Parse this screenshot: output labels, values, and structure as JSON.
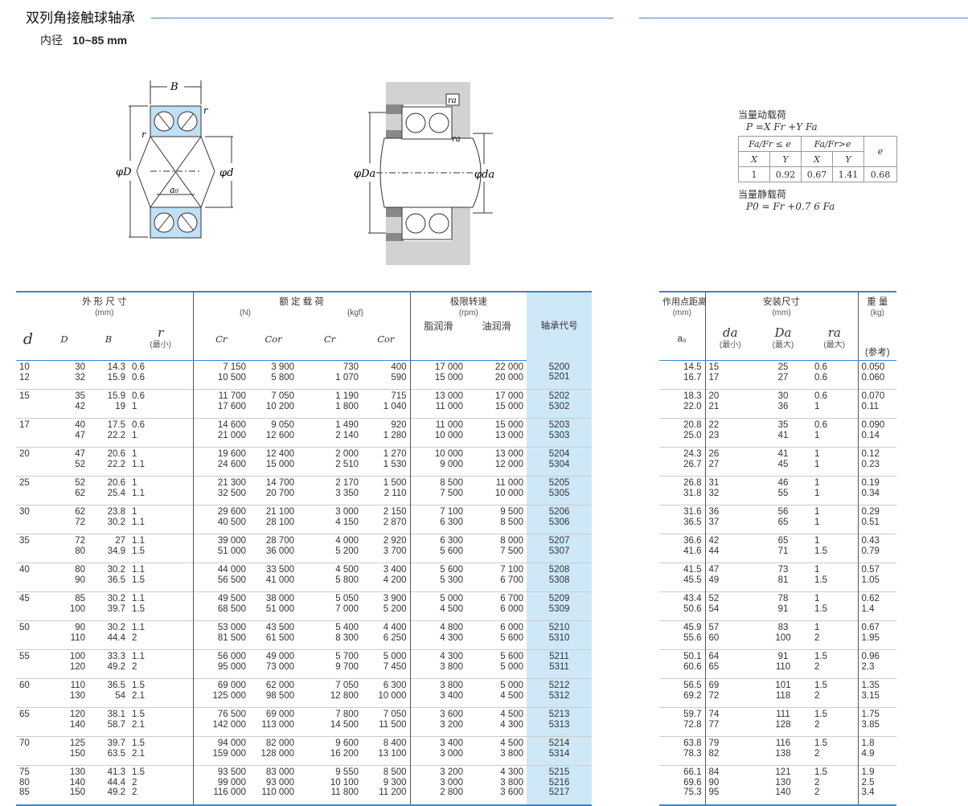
{
  "title": "双列角接触球轴承",
  "subtitle": {
    "label": "内径",
    "range": "10~85 mm"
  },
  "diagram": {
    "B": "B",
    "r": "r",
    "D": "φD",
    "d": "φd",
    "a0": "a₀",
    "Da": "φDa",
    "da": "φda",
    "ra": "ra"
  },
  "equivalent": {
    "dynamic_title": "当量动载荷",
    "dynamic_formula": "P =X Fr +Y Fa",
    "h1": "Fa/Fr ≤ e",
    "h2": "Fa/Fr>e",
    "he": "e",
    "x": "X",
    "y": "Y",
    "v1": "1",
    "v2": "0.92",
    "v3": "0.67",
    "v4": "1.41",
    "v5": "0.68",
    "static_title": "当量静载荷",
    "static_formula": "P0 = Fr +0.7 6 Fa"
  },
  "left_header": {
    "g1": "外 形 尺 寸",
    "g1u": "(mm)",
    "g2": "额 定 载 荷",
    "g2n": "(N)",
    "g2k": "{kgf}",
    "g3": "极限转速",
    "g3u": "(rpm)",
    "code": "轴承代号",
    "d": "d",
    "D": "D",
    "B": "B",
    "r": "r",
    "rmin": "(最小)",
    "Cr": "Cr",
    "Cor": "Cor",
    "Cr2": "Cr",
    "Cor2": "Cor",
    "grease": "脂润滑",
    "oil": "油润滑"
  },
  "right_header": {
    "a": "作用点距离",
    "au": "(mm)",
    "a0": "a₀",
    "m": "安装尺寸",
    "mu": "(mm)",
    "w": "重 量",
    "wu": "(kg)",
    "da": "da",
    "damin": "(最小)",
    "Da": "Da",
    "Damax": "(最大)",
    "ra": "ra",
    "ramax": "(最大)",
    "ref": "(参考)"
  },
  "rows": [
    [
      [
        "10",
        "30",
        "14.3",
        "0.6",
        "7 150",
        "3 900",
        "730",
        "400",
        "17 000",
        "22 000",
        "5200"
      ],
      [
        "12",
        "32",
        "15.9",
        "0.6",
        "10 500",
        "5 800",
        "1 070",
        "590",
        "15 000",
        "20 000",
        "5201"
      ]
    ],
    [
      [
        "15",
        "35",
        "15.9",
        "0.6",
        "11 700",
        "7 050",
        "1 190",
        "715",
        "13 000",
        "17 000",
        "5202"
      ],
      [
        "",
        "42",
        "19",
        "1",
        "17 600",
        "10 200",
        "1 800",
        "1 040",
        "11 000",
        "15 000",
        "5302"
      ]
    ],
    [
      [
        "17",
        "40",
        "17.5",
        "0.6",
        "14 600",
        "9 050",
        "1 490",
        "920",
        "11 000",
        "15 000",
        "5203"
      ],
      [
        "",
        "47",
        "22.2",
        "1",
        "21 000",
        "12 600",
        "2 140",
        "1 280",
        "10 000",
        "13 000",
        "5303"
      ]
    ],
    [
      [
        "20",
        "47",
        "20.6",
        "1",
        "19 600",
        "12 400",
        "2 000",
        "1 270",
        "10 000",
        "13 000",
        "5204"
      ],
      [
        "",
        "52",
        "22.2",
        "1.1",
        "24 600",
        "15 000",
        "2 510",
        "1 530",
        "9 000",
        "12 000",
        "5304"
      ]
    ],
    [
      [
        "25",
        "52",
        "20.6",
        "1",
        "21 300",
        "14 700",
        "2 170",
        "1 500",
        "8 500",
        "11 000",
        "5205"
      ],
      [
        "",
        "62",
        "25.4",
        "1.1",
        "32 500",
        "20 700",
        "3 350",
        "2 110",
        "7 500",
        "10 000",
        "5305"
      ]
    ],
    [
      [
        "30",
        "62",
        "23.8",
        "1",
        "29 600",
        "21 100",
        "3 000",
        "2 150",
        "7 100",
        "9 500",
        "5206"
      ],
      [
        "",
        "72",
        "30.2",
        "1.1",
        "40 500",
        "28 100",
        "4 150",
        "2 870",
        "6 300",
        "8 500",
        "5306"
      ]
    ],
    [
      [
        "35",
        "72",
        "27",
        "1.1",
        "39 000",
        "28 700",
        "4 000",
        "2 920",
        "6 300",
        "8 000",
        "5207"
      ],
      [
        "",
        "80",
        "34.9",
        "1.5",
        "51 000",
        "36 000",
        "5 200",
        "3 700",
        "5 600",
        "7 500",
        "5307"
      ]
    ],
    [
      [
        "40",
        "80",
        "30.2",
        "1.1",
        "44 000",
        "33 500",
        "4 500",
        "3 400",
        "5 600",
        "7 100",
        "5208"
      ],
      [
        "",
        "90",
        "36.5",
        "1.5",
        "56 500",
        "41 000",
        "5 800",
        "4 200",
        "5 300",
        "6 700",
        "5308"
      ]
    ],
    [
      [
        "45",
        "85",
        "30.2",
        "1.1",
        "49 500",
        "38 000",
        "5 050",
        "3 900",
        "5 000",
        "6 700",
        "5209"
      ],
      [
        "",
        "100",
        "39.7",
        "1.5",
        "68 500",
        "51 000",
        "7 000",
        "5 200",
        "4 500",
        "6 000",
        "5309"
      ]
    ],
    [
      [
        "50",
        "90",
        "30.2",
        "1.1",
        "53 000",
        "43 500",
        "5 400",
        "4 400",
        "4 800",
        "6 000",
        "5210"
      ],
      [
        "",
        "110",
        "44.4",
        "2",
        "81 500",
        "61 500",
        "8 300",
        "6 250",
        "4 300",
        "5 600",
        "5310"
      ]
    ],
    [
      [
        "55",
        "100",
        "33.3",
        "1.1",
        "56 000",
        "49 000",
        "5 700",
        "5 000",
        "4 300",
        "5 600",
        "5211"
      ],
      [
        "",
        "120",
        "49.2",
        "2",
        "95 000",
        "73 000",
        "9 700",
        "7 450",
        "3 800",
        "5 000",
        "5311"
      ]
    ],
    [
      [
        "60",
        "110",
        "36.5",
        "1.5",
        "69 000",
        "62 000",
        "7 050",
        "6 300",
        "3 800",
        "5 000",
        "5212"
      ],
      [
        "",
        "130",
        "54",
        "2.1",
        "125 000",
        "98 500",
        "12 800",
        "10 000",
        "3 400",
        "4 500",
        "5312"
      ]
    ],
    [
      [
        "65",
        "120",
        "38.1",
        "1.5",
        "76 500",
        "69 000",
        "7 800",
        "7 050",
        "3 600",
        "4 500",
        "5213"
      ],
      [
        "",
        "140",
        "58.7",
        "2.1",
        "142 000",
        "113 000",
        "14 500",
        "11 500",
        "3 200",
        "4 300",
        "5313"
      ]
    ],
    [
      [
        "70",
        "125",
        "39.7",
        "1.5",
        "94 000",
        "82 000",
        "9 600",
        "8 400",
        "3 400",
        "4 500",
        "5214"
      ],
      [
        "",
        "150",
        "63.5",
        "2.1",
        "159 000",
        "128 000",
        "16 200",
        "13 100",
        "3 000",
        "3 800",
        "5314"
      ]
    ],
    [
      [
        "75",
        "130",
        "41.3",
        "1.5",
        "93 500",
        "83 000",
        "9 550",
        "8 500",
        "3 200",
        "4 300",
        "5215"
      ],
      [
        "80",
        "140",
        "44.4",
        "2",
        "99 000",
        "93 000",
        "10 100",
        "9 300",
        "3 000",
        "3 800",
        "5216"
      ],
      [
        "85",
        "150",
        "49.2",
        "2",
        "116 000",
        "110 000",
        "11 800",
        "11 200",
        "2 800",
        "3 600",
        "5217"
      ]
    ]
  ],
  "rrows": [
    [
      [
        "14.5",
        "15",
        "25",
        "0.6",
        "0.050"
      ],
      [
        "16.7",
        "17",
        "27",
        "0.6",
        "0.060"
      ]
    ],
    [
      [
        "18.3",
        "20",
        "30",
        "0.6",
        "0.070"
      ],
      [
        "22.0",
        "21",
        "36",
        "1",
        "0.11"
      ]
    ],
    [
      [
        "20.8",
        "22",
        "35",
        "0.6",
        "0.090"
      ],
      [
        "25.0",
        "23",
        "41",
        "1",
        "0.14"
      ]
    ],
    [
      [
        "24.3",
        "26",
        "41",
        "1",
        "0.12"
      ],
      [
        "26.7",
        "27",
        "45",
        "1",
        "0.23"
      ]
    ],
    [
      [
        "26.8",
        "31",
        "46",
        "1",
        "0.19"
      ],
      [
        "31.8",
        "32",
        "55",
        "1",
        "0.34"
      ]
    ],
    [
      [
        "31.6",
        "36",
        "56",
        "1",
        "0.29"
      ],
      [
        "36.5",
        "37",
        "65",
        "1",
        "0.51"
      ]
    ],
    [
      [
        "36.6",
        "42",
        "65",
        "1",
        "0.43"
      ],
      [
        "41.6",
        "44",
        "71",
        "1.5",
        "0.79"
      ]
    ],
    [
      [
        "41.5",
        "47",
        "73",
        "1",
        "0.57"
      ],
      [
        "45.5",
        "49",
        "81",
        "1.5",
        "1.05"
      ]
    ],
    [
      [
        "43.4",
        "52",
        "78",
        "1",
        "0.62"
      ],
      [
        "50.6",
        "54",
        "91",
        "1.5",
        "1.4"
      ]
    ],
    [
      [
        "45.9",
        "57",
        "83",
        "1",
        "0.67"
      ],
      [
        "55.6",
        "60",
        "100",
        "2",
        "1.95"
      ]
    ],
    [
      [
        "50.1",
        "64",
        "91",
        "1.5",
        "0.96"
      ],
      [
        "60.6",
        "65",
        "110",
        "2",
        "2.3"
      ]
    ],
    [
      [
        "56.5",
        "69",
        "101",
        "1.5",
        "1.35"
      ],
      [
        "69.2",
        "72",
        "118",
        "2",
        "3.15"
      ]
    ],
    [
      [
        "59.7",
        "74",
        "111",
        "1.5",
        "1.75"
      ],
      [
        "72.8",
        "77",
        "128",
        "2",
        "3.85"
      ]
    ],
    [
      [
        "63.8",
        "79",
        "116",
        "1.5",
        "1.8"
      ],
      [
        "78.3",
        "82",
        "138",
        "2",
        "4.9"
      ]
    ],
    [
      [
        "66.1",
        "84",
        "121",
        "1.5",
        "1.9"
      ],
      [
        "69.6",
        "90",
        "130",
        "2",
        "2.5"
      ],
      [
        "75.3",
        "95",
        "140",
        "2",
        "3.4"
      ]
    ]
  ]
}
